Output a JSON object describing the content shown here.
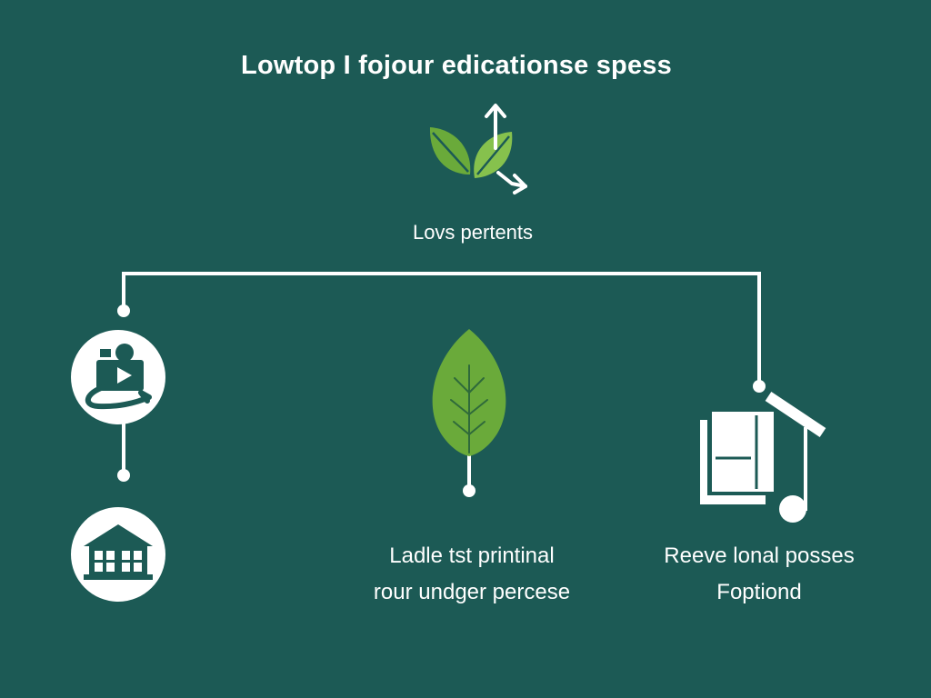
{
  "title": "Lowtop I fojour edicationse spess",
  "hub": {
    "label": "Lovs pertents",
    "icon": "leaves-with-arrows-icon"
  },
  "nodes": {
    "left_top": {
      "icon": "video-camera-icon"
    },
    "left_bottom": {
      "icon": "building-icon"
    },
    "center": {
      "icon": "leaf-icon",
      "line1": "Ladle tst printinal",
      "line2": "rour undger percese"
    },
    "right": {
      "icon": "book-and-music-icon",
      "line1": "Reeve lonal posses",
      "line2": "Foptiond"
    }
  },
  "colors": {
    "background": "#1c5a55",
    "connector": "#ffffff",
    "leaf_green": "#6aaa3a",
    "leaf_light": "#86c14d",
    "icon_dark": "#1c5a55"
  }
}
